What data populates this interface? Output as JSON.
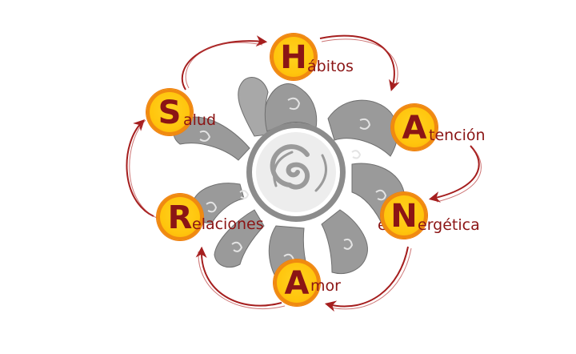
{
  "colors": {
    "node_fill": "#ffc50d",
    "node_ring": "#f08a10",
    "letter": "#8b1515",
    "arrow": "#a51e1e",
    "ornament": "#9a9a9a",
    "ornament_light": "#d8d8d8"
  },
  "center_icon": "spiral-swirl-icon",
  "nodes": [
    {
      "id": "habitos",
      "letter": "H",
      "rest": "ábitos"
    },
    {
      "id": "atencion",
      "letter": "A",
      "rest": "tención"
    },
    {
      "id": "energetica",
      "letter": "N",
      "rest": "ergética",
      "prefix": "e"
    },
    {
      "id": "amor",
      "letter": "A",
      "rest": "mor"
    },
    {
      "id": "relaciones",
      "letter": "R",
      "rest": "elaciones"
    },
    {
      "id": "salud",
      "letter": "S",
      "rest": "alud"
    }
  ],
  "cycle_arrows": [
    "salud-to-habitos",
    "habitos-to-atencion",
    "atencion-to-energetica",
    "energetica-to-amor",
    "amor-to-relaciones",
    "relaciones-to-salud"
  ]
}
